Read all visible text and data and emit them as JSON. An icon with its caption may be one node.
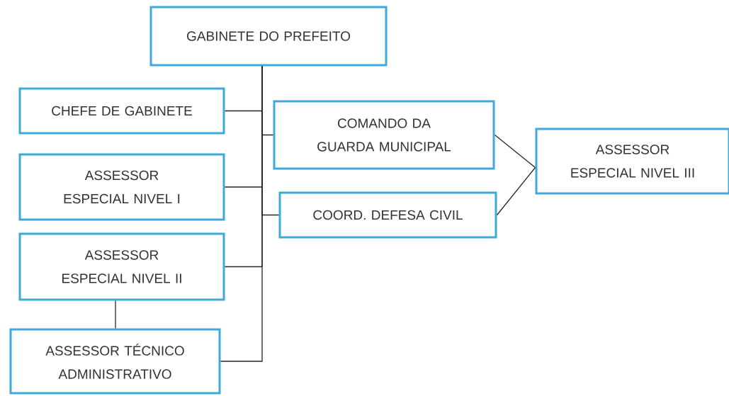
{
  "diagram": {
    "nodes": [
      {
        "text": [
          "GABINETE DO PREFEITO"
        ]
      },
      {
        "text": [
          "CHEFE DE GABINETE"
        ]
      },
      {
        "text": [
          "COMANDO DA GUARDA MUNICIPAL"
        ]
      },
      {
        "text": [
          "ASSESSOR ESPECIAL NIVEL III"
        ]
      },
      {
        "text": [
          "ASSESSOR ESPECIAL NIVEL I"
        ]
      },
      {
        "text": [
          "COORD. DEFESA CIVIL"
        ]
      },
      {
        "text": [
          "ASSESSOR ESPECIAL NIVEL II"
        ]
      },
      {
        "text": [
          "ASSESSOR TÉCNICO ADMINISTRATIVO"
        ]
      }
    ],
    "edges": [
      {
        "from": 0,
        "to": 1,
        "arrow": "none"
      },
      {
        "from": 0,
        "to": 2,
        "arrow": "none"
      },
      {
        "from": 0,
        "to": 4,
        "arrow": "none"
      },
      {
        "from": 0,
        "to": 5,
        "arrow": "none"
      },
      {
        "from": 0,
        "to": 6,
        "arrow": "none"
      },
      {
        "from": 0,
        "to": 7,
        "arrow": "none"
      },
      {
        "from": 6,
        "to": 7,
        "arrow": "none"
      },
      {
        "from": 2,
        "to": 3,
        "arrow": "none"
      },
      {
        "from": 5,
        "to": 3,
        "arrow": "none"
      }
    ]
  }
}
